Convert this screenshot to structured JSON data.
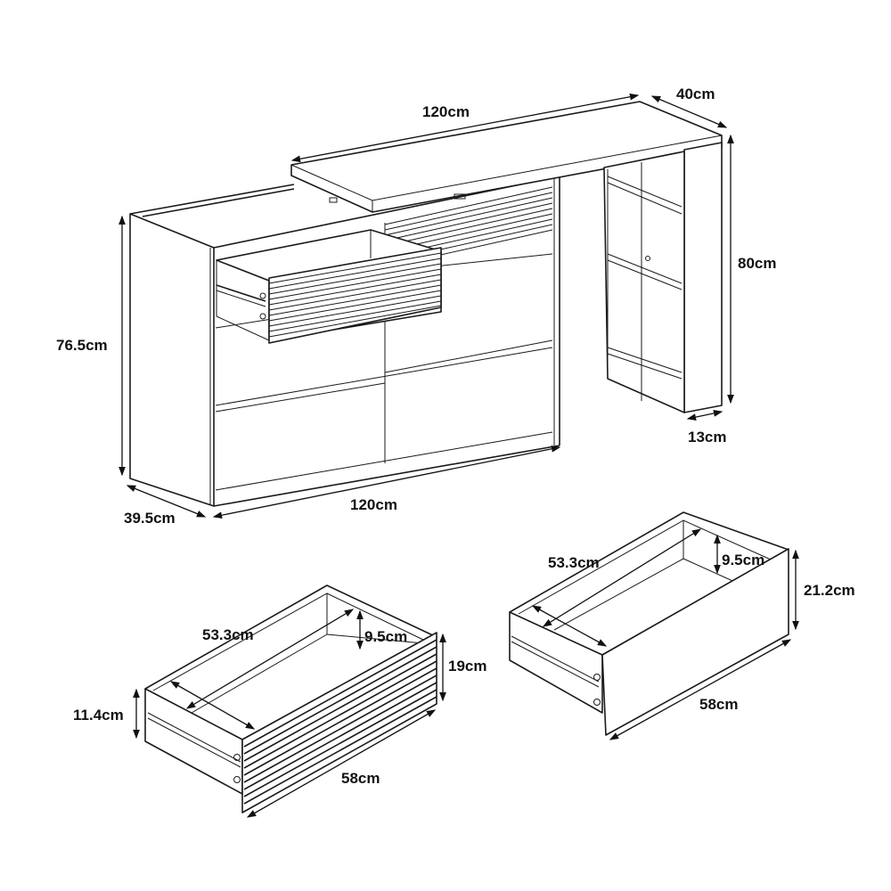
{
  "diagram": {
    "type": "furniture-dimension-drawing",
    "colors": {
      "line": "#1a1a1a",
      "background": "#ffffff"
    },
    "main_unit": {
      "name": "corner dresser with swivel desk top and side shelf",
      "dimensions": {
        "top_width": "120cm",
        "top_depth": "40cm",
        "total_height": "80cm",
        "shelf_depth": "13cm",
        "cabinet_height": "76.5cm",
        "cabinet_depth": "39.5cm",
        "cabinet_width": "120cm"
      }
    },
    "small_drawer": {
      "name": "ribbed front drawer",
      "dimensions": {
        "inner_length": "53.3cm",
        "inner_height": "9.5cm",
        "front_height": "19cm",
        "side_height": "11.4cm",
        "front_width": "58cm"
      }
    },
    "large_drawer": {
      "name": "flat front drawer",
      "dimensions": {
        "inner_length": "53.3cm",
        "inner_height": "9.5cm",
        "front_height": "21.2cm",
        "front_width": "58cm"
      }
    }
  }
}
